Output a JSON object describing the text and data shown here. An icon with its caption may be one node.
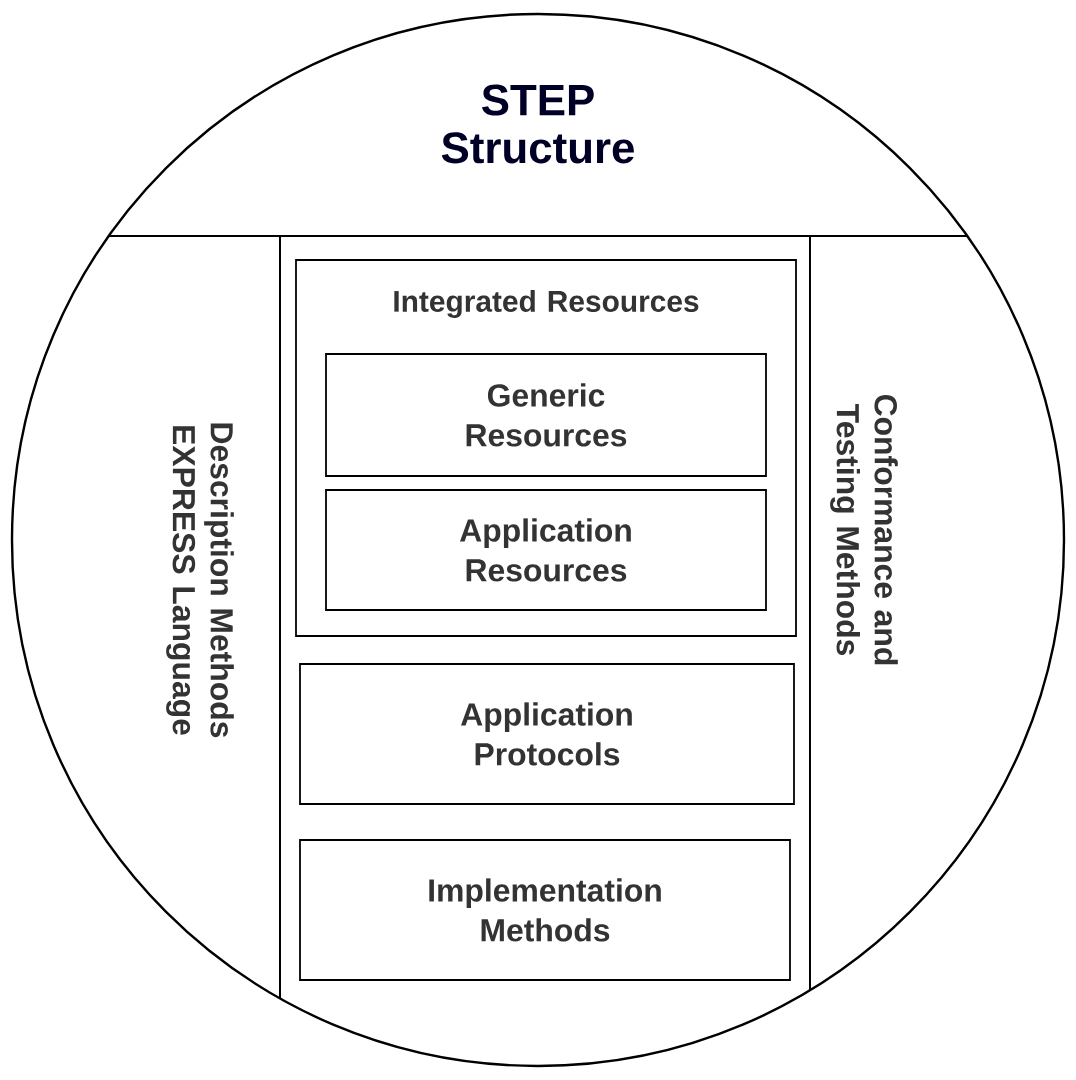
{
  "diagram": {
    "nodes": [
      {
        "text": [
          "STEP Structure"
        ]
      },
      {
        "text": [
          "Description Methods EXPRESS Language"
        ],
        "in": 0
      },
      {
        "text": [
          "Integrated Resources"
        ],
        "in": 0
      },
      {
        "text": [
          "Generic Resources"
        ],
        "in": 2
      },
      {
        "text": [
          "Application Resources"
        ],
        "in": 2
      },
      {
        "text": [
          "Application Protocols"
        ],
        "in": 0
      },
      {
        "text": [
          "Implementation Methods"
        ],
        "in": 0
      },
      {
        "text": [
          "Conformance and Testing Methods"
        ],
        "in": 0
      }
    ],
    "edges": []
  }
}
